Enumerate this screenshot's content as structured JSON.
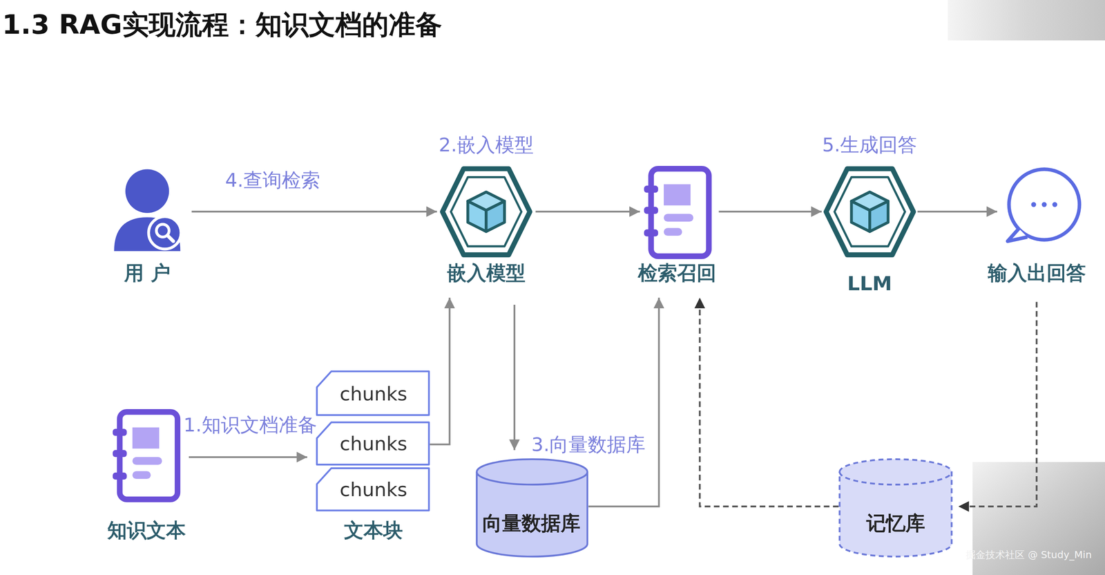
{
  "diagram": {
    "title": "1.3 RAG实现流程：知识文档的准备",
    "nodes": [
      {
        "text": [
          "用 户"
        ]
      },
      {
        "text": [
          "2.嵌入模型",
          "嵌入模型"
        ]
      },
      {
        "text": [
          "检索召回"
        ]
      },
      {
        "text": [
          "5.生成回答",
          "LLM"
        ]
      },
      {
        "text": [
          "输入出回答"
        ]
      },
      {
        "text": [
          "知识文本"
        ]
      },
      {
        "text": [
          "文本块"
        ]
      },
      {
        "text": [
          "chunks"
        ],
        "in": 6
      },
      {
        "text": [
          "chunks"
        ],
        "in": 6
      },
      {
        "text": [
          "chunks"
        ],
        "in": 6
      },
      {
        "text": [
          "3.向量数据库",
          "向量数据库"
        ]
      },
      {
        "text": [
          "记忆库"
        ]
      }
    ],
    "edges": [
      {
        "from": 0,
        "to": 1,
        "arrow": "to",
        "label": "4.查询检索"
      },
      {
        "from": 1,
        "to": 2,
        "arrow": "to"
      },
      {
        "from": 2,
        "to": 3,
        "arrow": "to"
      },
      {
        "from": 3,
        "to": 4,
        "arrow": "to"
      },
      {
        "from": 5,
        "to": 8,
        "arrow": "to",
        "label": "1.知识文档准备"
      },
      {
        "from": 8,
        "to": 1,
        "arrow": "to"
      },
      {
        "from": 1,
        "to": 10,
        "arrow": "to"
      },
      {
        "from": 10,
        "to": 2,
        "arrow": "to"
      },
      {
        "from": 4,
        "to": 11,
        "arrow": "to"
      },
      {
        "from": 11,
        "to": 2,
        "arrow": "to"
      }
    ],
    "labels": [
      "掘金技术社区 @ Study_Min"
    ]
  }
}
